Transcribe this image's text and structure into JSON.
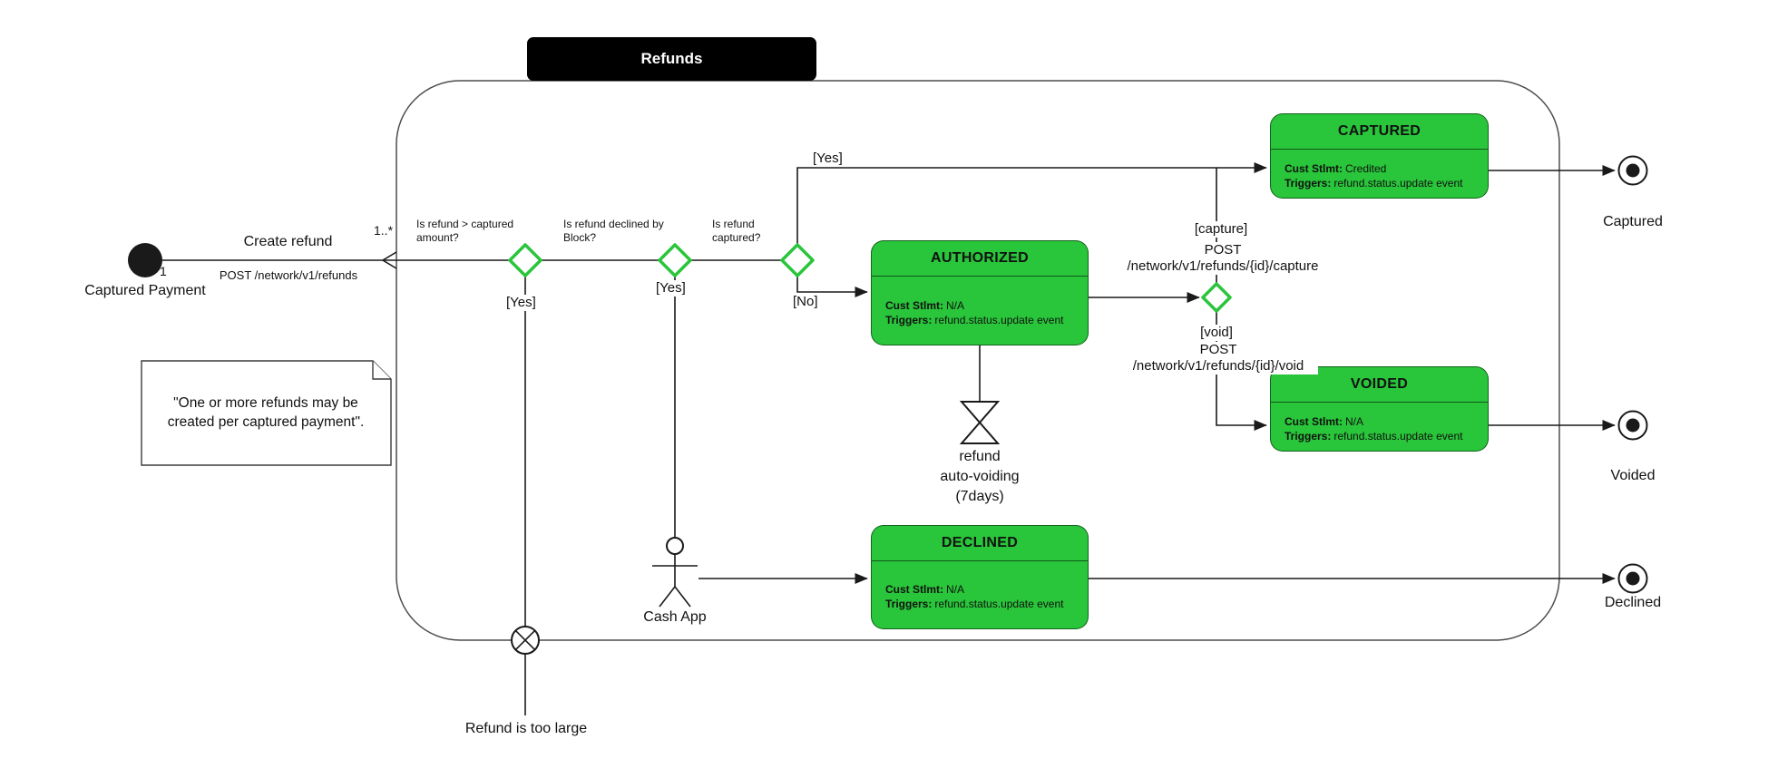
{
  "title": "Refunds",
  "colors": {
    "state_green": "#29C53A",
    "line_dark": "#1A1A1A",
    "title_bg": "#000000"
  },
  "source": {
    "label": "Captured Payment",
    "multiplicity_from": "1",
    "multiplicity_to": "1..*",
    "transition_label": "Create refund",
    "transition_endpoint": "POST /network/v1/refunds"
  },
  "decisions": [
    {
      "question": "Is refund > captured\namount?",
      "yes": "[Yes]"
    },
    {
      "question": "Is refund declined by\nBlock?",
      "yes": "[Yes]"
    },
    {
      "question": "Is refund\ncaptured?",
      "yes": "[Yes]",
      "no": "[No]"
    }
  ],
  "states": {
    "authorized": {
      "title": "AUTHORIZED",
      "settlement_label": "Cust Stlmt:",
      "settlement_value": "N/A",
      "triggers_label": "Triggers:",
      "triggers_value": "refund.status.update event"
    },
    "captured": {
      "title": "CAPTURED",
      "settlement_label": "Cust Stlmt:",
      "settlement_value": "Credited",
      "triggers_label": "Triggers:",
      "triggers_value": "refund.status.update event"
    },
    "voided": {
      "title": "VOIDED",
      "settlement_label": "Cust Stlmt:",
      "settlement_value": "N/A",
      "triggers_label": "Triggers:",
      "triggers_value": "refund.status.update event"
    },
    "declined": {
      "title": "DECLINED",
      "settlement_label": "Cust Stlmt:",
      "settlement_value": "N/A",
      "triggers_label": "Triggers:",
      "triggers_value": "refund.status.update event"
    }
  },
  "transitions": {
    "capture": {
      "guard": "[capture]",
      "endpoint": "POST /network/v1/refunds/{id}/capture"
    },
    "void": {
      "guard": "[void]",
      "endpoint": "POST /network/v1/refunds/{id}/void"
    }
  },
  "timer": {
    "label": "refund\nauto-voiding\n(7days)"
  },
  "actor": {
    "label": "Cash App"
  },
  "note": {
    "text": "\"One or more refunds may be\ncreated per captured payment\"."
  },
  "flow_final": {
    "label": "Refund is too large"
  },
  "terminals": [
    {
      "label": "Captured"
    },
    {
      "label": "Voided"
    },
    {
      "label": "Declined"
    }
  ]
}
